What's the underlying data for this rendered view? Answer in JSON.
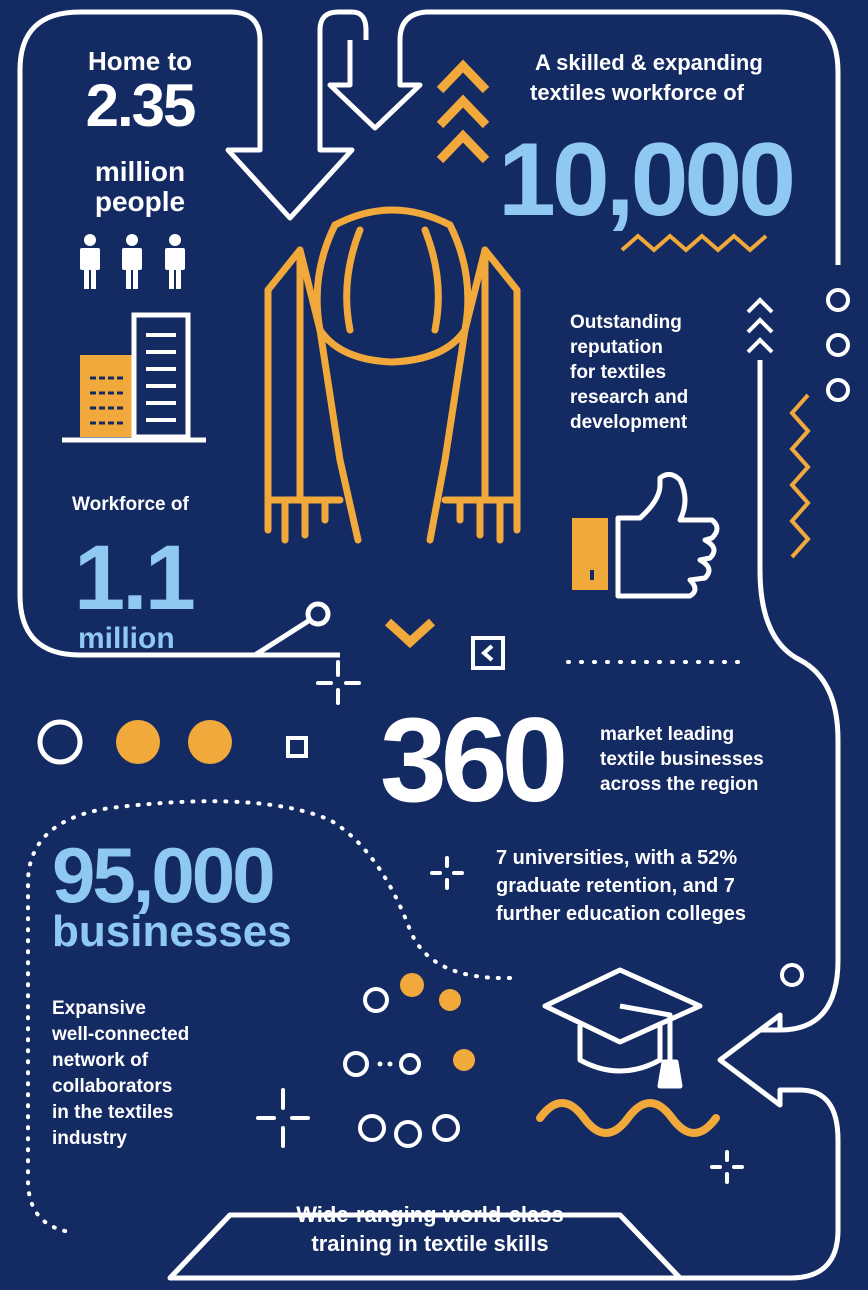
{
  "colors": {
    "background": "#142a63",
    "accent_orange": "#f2a93b",
    "accent_blue": "#8fc8f0",
    "line_white": "#ffffff"
  },
  "population": {
    "intro": "Home to",
    "number": "2.35",
    "line1": "million",
    "line2": "people"
  },
  "workforce": {
    "label": "Workforce of",
    "number": "1.1",
    "unit": "million"
  },
  "textiles_workforce": {
    "line1": "A skilled & expanding",
    "line2": "textiles workforce of",
    "number": "10,000"
  },
  "reputation": {
    "lines": [
      "Outstanding",
      "reputation",
      "for textiles",
      "research and",
      "development"
    ]
  },
  "businesses_360": {
    "number": "360",
    "lines": [
      "market leading",
      "textile businesses",
      "across the region"
    ]
  },
  "universities": {
    "lines": [
      "7 universities, with a 52%",
      "graduate retention, and 7",
      "further education colleges"
    ]
  },
  "businesses_95k": {
    "number": "95,000",
    "unit": "businesses"
  },
  "network": {
    "lines": [
      "Expansive",
      "well-connected",
      "network of",
      "collaborators",
      "in the textiles",
      "industry"
    ]
  },
  "training": {
    "line1": "Wide-ranging world-class",
    "line2": "training in textile skills"
  },
  "icons": [
    "people-icon",
    "building-icon",
    "scarf-icon",
    "thumbs-up-icon",
    "graduation-cap-icon",
    "network-circles-icon"
  ]
}
